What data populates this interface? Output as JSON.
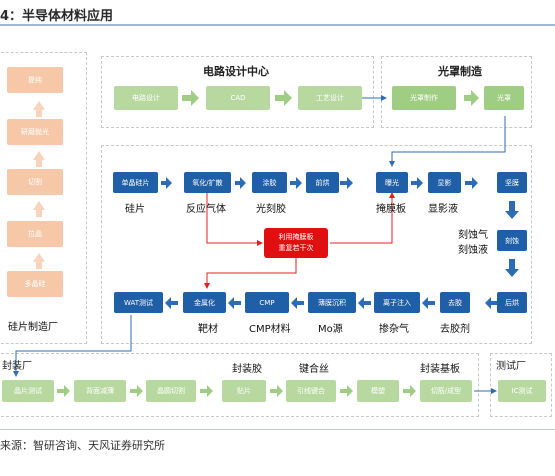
{
  "header": {
    "title": "4：半导体材料应用"
  },
  "footer": {
    "source": "来源：智研咨询、天风证券研究所"
  },
  "wafer": {
    "steps": [
      "提纯",
      "研磨抛光",
      "切割",
      "拉晶",
      "多晶硅"
    ],
    "label": "硅片制造厂"
  },
  "design": {
    "title": "电路设计中心",
    "steps": [
      "电路设计",
      "CAD",
      "工艺设计"
    ]
  },
  "mask": {
    "title": "光罩制造",
    "steps": [
      "光罩制作",
      "光罩"
    ]
  },
  "fab": {
    "row1": [
      "单晶硅片",
      "氧化/扩散",
      "涂胶",
      "前烘",
      "曝光",
      "显影",
      "坚膜"
    ],
    "row1_labels": [
      "硅片",
      "反应气体",
      "光刻胶",
      "掩膜板",
      "显影液"
    ],
    "right_col": [
      "刻蚀",
      "后烘"
    ],
    "right_labels": [
      "刻蚀气",
      "刻蚀液"
    ],
    "row3": [
      "WAT测试",
      "金属化",
      "CMP",
      "薄膜沉积",
      "离子注入",
      "去胶"
    ],
    "row3_labels": [
      "靶材",
      "CMP材料",
      "Mo源",
      "掺杂气",
      "去胶剂"
    ],
    "repeat_line1": "利用掩膜板",
    "repeat_line2": "重复若干次"
  },
  "package": {
    "title": "封装厂",
    "steps": [
      "晶片测试",
      "背面减薄",
      "晶圆切割",
      "贴片",
      "引线键合",
      "模塑",
      "切筋/成型"
    ],
    "labels": [
      "封装胶",
      "键合丝",
      "封装基板"
    ]
  },
  "test": {
    "title": "测试厂",
    "step": "IC测试"
  }
}
